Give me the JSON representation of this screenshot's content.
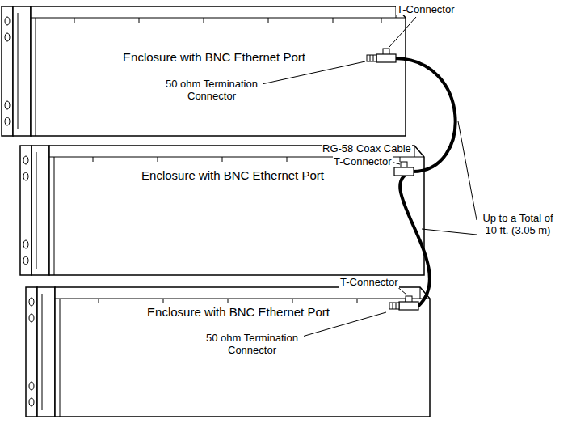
{
  "diagram": {
    "nodes": [
      {
        "text": [
          "Enclosure with BNC Ethernet Port"
        ]
      },
      {
        "text": [
          "Enclosure with BNC Ethernet Port"
        ]
      },
      {
        "text": [
          "Enclosure with BNC Ethernet Port"
        ]
      }
    ],
    "edges": [
      {
        "from": 0,
        "to": 1,
        "arrow": "none"
      },
      {
        "from": 1,
        "to": 2,
        "arrow": "none"
      }
    ],
    "labels": [
      "T-Connector",
      "50 ohm Termination Connector",
      "RG-58 Coax Cable",
      "T-Connector",
      "Up to a Total of 10 ft. (3.05 m)",
      "T-Connector",
      "50 ohm Termination Connector"
    ]
  }
}
